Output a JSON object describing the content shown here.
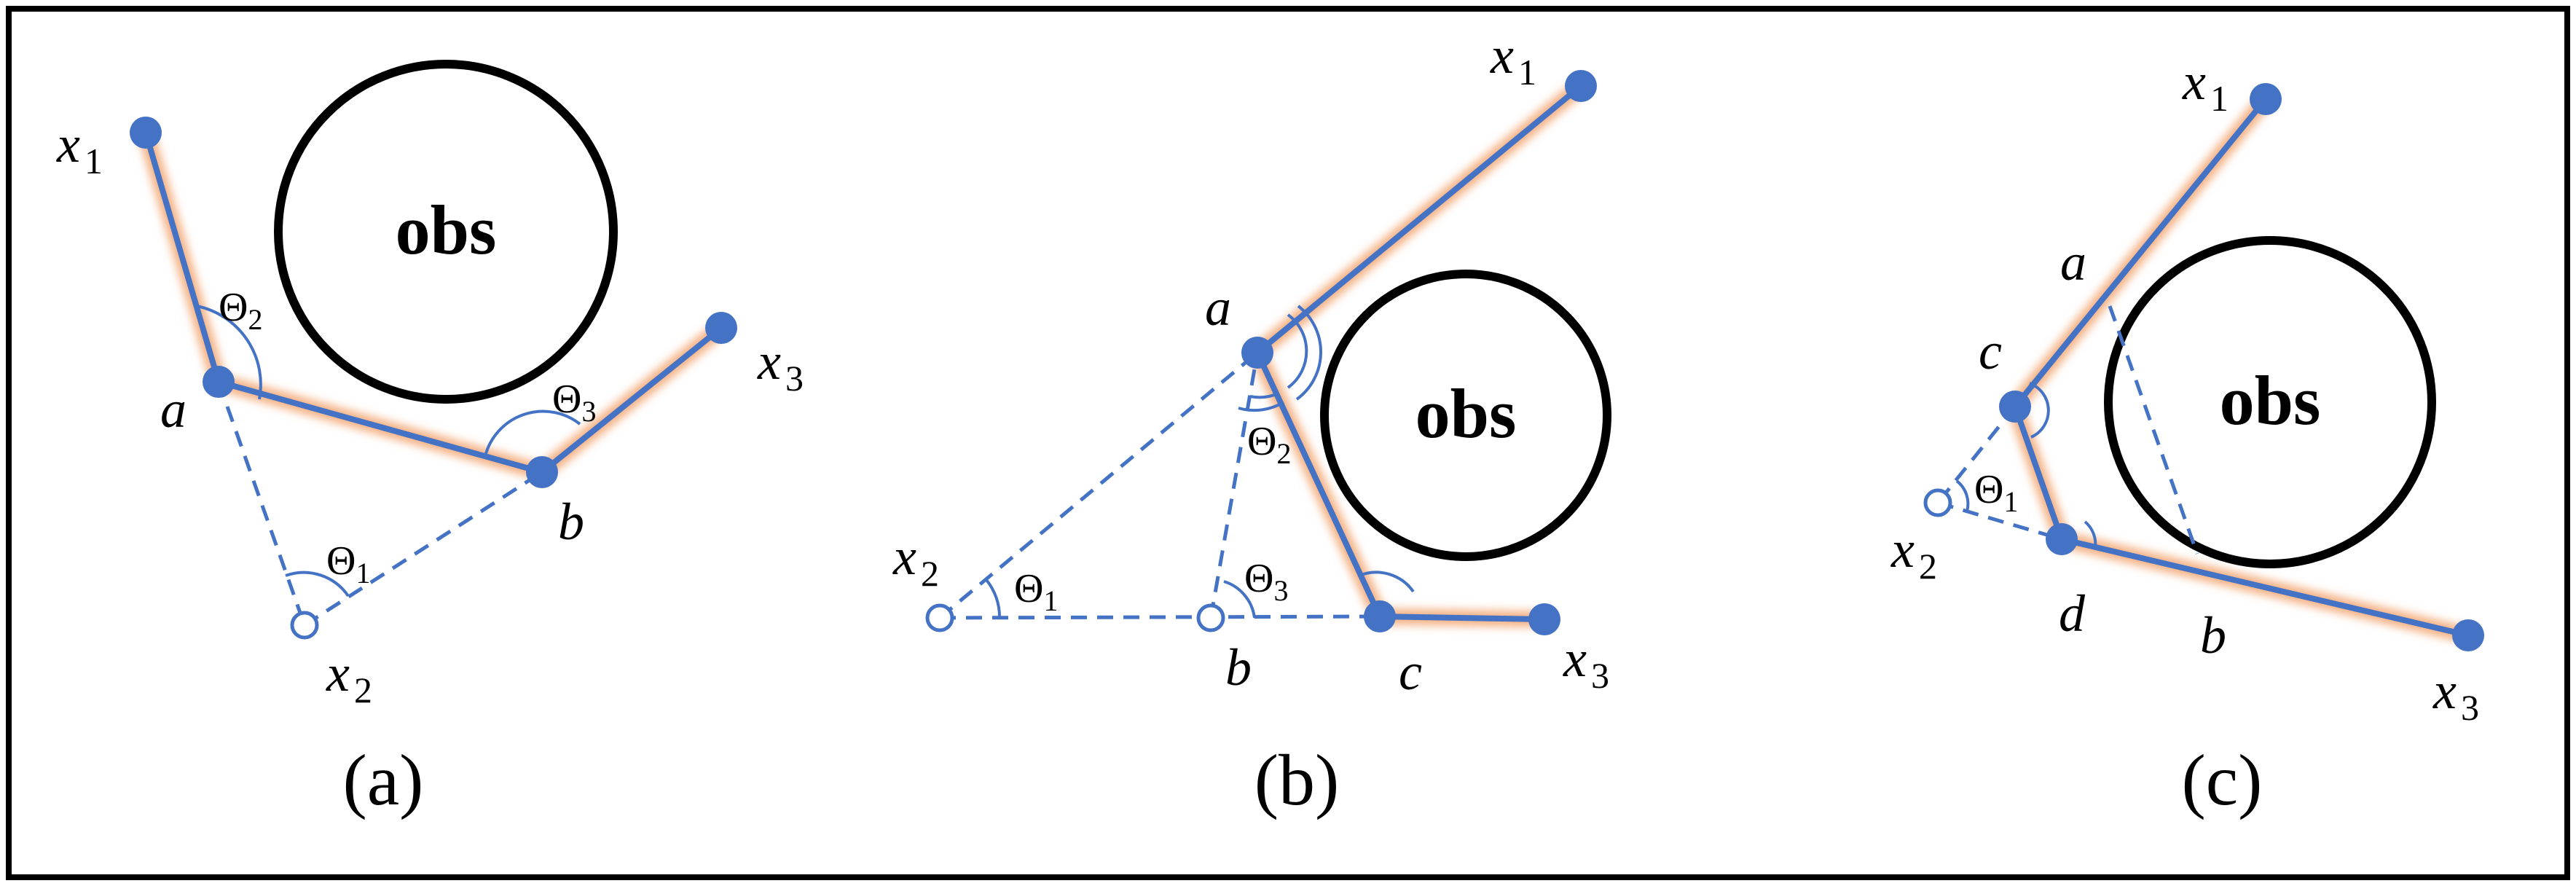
{
  "colors": {
    "path": "#4472C4",
    "glow": "#F4B183",
    "obstacle": "#000000",
    "frame": "#000000",
    "text": "#000000"
  },
  "panels": [
    {
      "caption": "(a)",
      "obstacle_label": "obs",
      "points": [
        {
          "id": "x1",
          "label": "x",
          "sub": "1",
          "hollow": false
        },
        {
          "id": "a",
          "label": "a",
          "hollow": false
        },
        {
          "id": "b",
          "label": "b",
          "hollow": false
        },
        {
          "id": "x3",
          "label": "x",
          "sub": "3",
          "hollow": false
        },
        {
          "id": "x2",
          "label": "x",
          "sub": "2",
          "hollow": true
        }
      ],
      "angles": [
        {
          "symbol": "Θ",
          "sub": "1"
        },
        {
          "symbol": "Θ",
          "sub": "2"
        },
        {
          "symbol": "Θ",
          "sub": "3"
        }
      ]
    },
    {
      "caption": "(b)",
      "obstacle_label": "obs",
      "points": [
        {
          "id": "x1",
          "label": "x",
          "sub": "1",
          "hollow": false
        },
        {
          "id": "a",
          "label": "a",
          "hollow": false
        },
        {
          "id": "c",
          "label": "c",
          "hollow": false
        },
        {
          "id": "x3",
          "label": "x",
          "sub": "3",
          "hollow": false
        },
        {
          "id": "x2",
          "label": "x",
          "sub": "2",
          "hollow": true
        },
        {
          "id": "b",
          "label": "b",
          "hollow": true
        }
      ],
      "angles": [
        {
          "symbol": "Θ",
          "sub": "1"
        },
        {
          "symbol": "Θ",
          "sub": "2"
        },
        {
          "symbol": "Θ",
          "sub": "3"
        }
      ]
    },
    {
      "caption": "(c)",
      "obstacle_label": "obs",
      "points": [
        {
          "id": "x1",
          "label": "x",
          "sub": "1",
          "hollow": false
        },
        {
          "id": "a",
          "label": "a"
        },
        {
          "id": "c",
          "label": "c",
          "hollow": false
        },
        {
          "id": "d",
          "label": "d",
          "hollow": false
        },
        {
          "id": "b",
          "label": "b"
        },
        {
          "id": "x3",
          "label": "x",
          "sub": "3",
          "hollow": false
        },
        {
          "id": "x2",
          "label": "x",
          "sub": "2",
          "hollow": true
        }
      ],
      "angles": [
        {
          "symbol": "Θ",
          "sub": "1"
        }
      ]
    }
  ]
}
